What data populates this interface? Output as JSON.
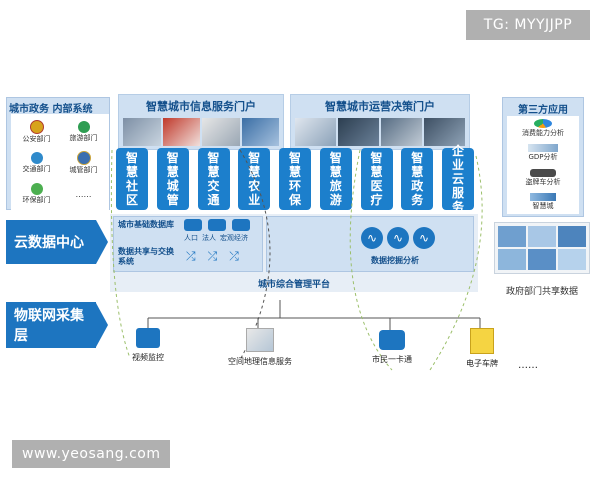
{
  "watermarks": {
    "top": "TG: MYYJJPP",
    "bottom": "www.yeosang.com"
  },
  "left_panel": {
    "title": "城市政务 内部系统",
    "items": [
      "公安部门",
      "旅游部门",
      "交通部门",
      "城管部门",
      "环保部门",
      "……"
    ]
  },
  "portals": {
    "left_title": "智慧城市信息服务门户",
    "right_title": "智慧城市运营决策门户"
  },
  "services": [
    "智慧社区",
    "智慧城管",
    "智慧交通",
    "智慧农业",
    "智慧环保",
    "智慧旅游",
    "智慧医疗",
    "智慧政务",
    "企业云服务"
  ],
  "third_party": {
    "title": "第三方应用",
    "items": [
      "消费能力分析",
      "GDP分析",
      "盗牌车分析",
      "智慧城"
    ]
  },
  "layers": {
    "cloud": "云数据中心",
    "iot": "物联网采集层"
  },
  "cloud": {
    "db_title": "城市基础数据库",
    "db_items": [
      "人口",
      "法人",
      "宏观经济"
    ],
    "share_title": "数据共享与交换系统",
    "mining": "数据挖掘分析",
    "platform": "城市综合管理平台"
  },
  "gov_share": "政府部门共享数据",
  "iot_items": [
    "视频监控",
    "空间地理信息服务",
    "市民一卡通",
    "电子车牌",
    "……"
  ],
  "colors": {
    "primary": "#1d75c0",
    "panel": "#cfe0f2",
    "dark_text": "#14508c"
  }
}
